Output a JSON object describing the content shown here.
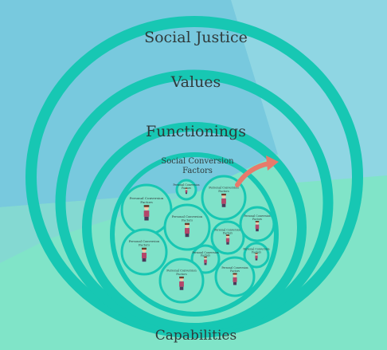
{
  "diagram": {
    "labels": {
      "outer_ring": "Social Justice",
      "second_ring": "Values",
      "third_ring": "Functionings",
      "inner_title_line1": "Social Conversion",
      "inner_title_line2": "Factors",
      "bottom": "Capabilities"
    },
    "personal_factor": {
      "line1": "Personal Conversion",
      "line2": "Factors"
    },
    "colors": {
      "background_top_left": "#76c9df",
      "background_mid": "#8fe0d8",
      "background_bottom": "#7fe6c7",
      "ring": "#17c7b3",
      "arrow": "#e77a6b",
      "text": "#2f3a3a"
    }
  }
}
